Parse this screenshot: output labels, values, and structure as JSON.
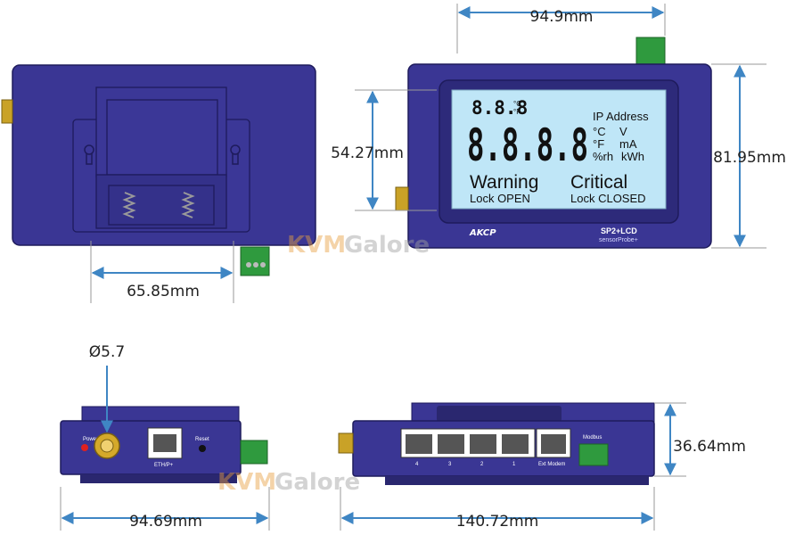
{
  "dimensions": {
    "top_width": "94.9mm",
    "lcd_height": "54.27mm",
    "right_height": "81.95mm",
    "bracket_width": "65.85mm",
    "antenna_diameter": "Ø5.7",
    "side_height": "36.64mm",
    "front_width": "94.69mm",
    "back_width": "140.72mm"
  },
  "lcd": {
    "small_digits": "8.8.8",
    "small_unit_c": "°C",
    "small_unit_f": "°F",
    "big_digits": "8.8.8.8",
    "ip_address": "IP Address",
    "unit_c": "°C",
    "unit_f": "°F",
    "unit_rh": "%rh",
    "unit_v": "V",
    "unit_ma": "mA",
    "unit_kwh": "kWh",
    "warning": "Warning",
    "critical": "Critical",
    "lock_open": "Lock OPEN",
    "lock_closed": "Lock CLOSED"
  },
  "brand": {
    "logo": "AKCP",
    "model": "SP2+LCD",
    "product": "sensorProbe+"
  },
  "front_panel": {
    "power": "Power",
    "reset": "Reset",
    "eth": "ETH/P+"
  },
  "back_panel": {
    "ports": [
      "4",
      "3",
      "2",
      "1"
    ],
    "ext_modem": "Ext Modem",
    "modbus": "Modbus"
  },
  "watermark": {
    "part1": "KVM",
    "part2": "Galore"
  },
  "colors": {
    "device": "#3a3694",
    "device_dark": "#2a276f",
    "lcd": "#bfe6f7",
    "arrow": "#3f86c4",
    "terminal": "#2f9a3e",
    "brass": "#c9a227"
  }
}
